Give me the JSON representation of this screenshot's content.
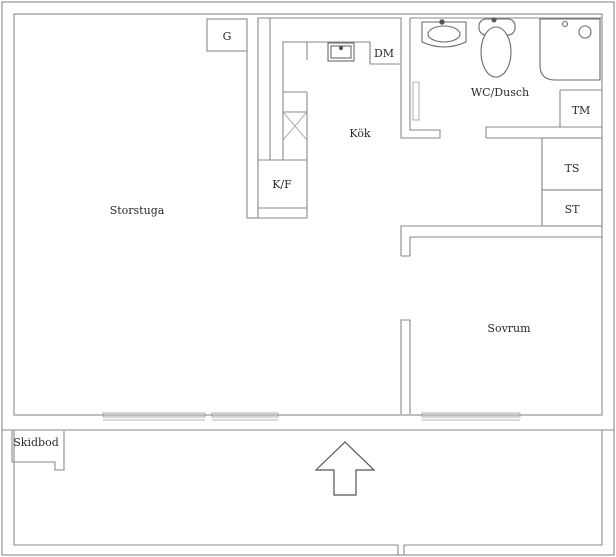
{
  "rooms": {
    "living": "Storstuga",
    "kitchen": "Kök",
    "bath": "WC/Dusch",
    "bedroom": "Sovrum",
    "ski_storage": "Skidbod"
  },
  "fixtures": {
    "g": "G",
    "dm": "DM",
    "kf": "K/F",
    "tm": "TM",
    "ts": "TS",
    "st": "ST"
  },
  "icons": {
    "entrance": "entrance-arrow-icon",
    "sink": "sink-icon",
    "toilet": "toilet-icon",
    "shower": "shower-icon",
    "kitchen_sink": "kitchen-sink-icon"
  },
  "colors": {
    "wall": "#8a8a8a",
    "text": "#2a2a2a",
    "background": "#ffffff"
  }
}
